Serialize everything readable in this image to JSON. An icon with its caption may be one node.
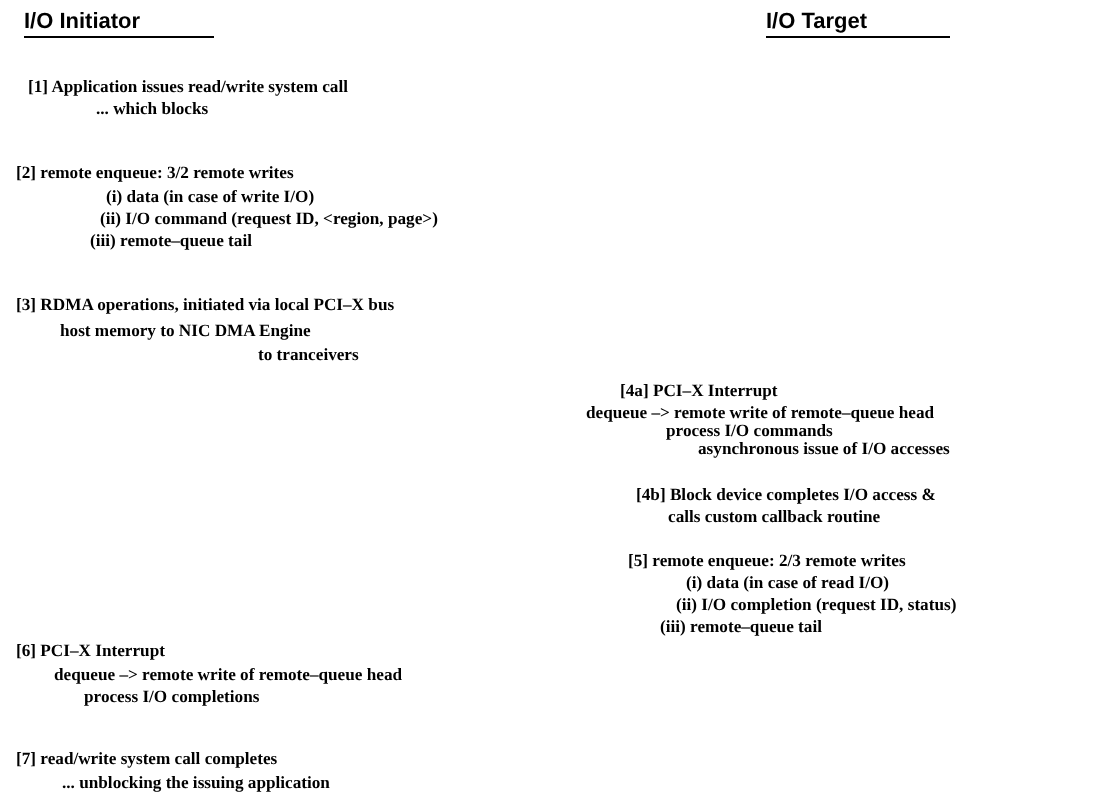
{
  "diagram": {
    "labels": [
      "I/O Initiator",
      "I/O Target",
      "[1] Application issues read/write system call",
      "... which blocks",
      "[2] remote enqueue: 3/2 remote writes",
      "(i) data (in case of write I/O)",
      "(ii) I/O command (request ID, <region, page>)",
      "(iii) remote–queue tail",
      "[3] RDMA operations, initiated via local PCI–X bus",
      "host memory to NIC DMA Engine",
      "to tranceivers",
      "[4a] PCI–X Interrupt",
      "dequeue –> remote write of remote–queue head",
      "process I/O commands",
      "asynchronous issue of I/O accesses",
      "[4b] Block device completes I/O access &",
      "calls custom callback routine",
      "[5] remote enqueue: 2/3 remote writes",
      "(i) data (in case of read I/O)",
      "(ii) I/O completion (request ID, status)",
      "(iii) remote–queue tail",
      "[6] PCI–X Interrupt",
      "dequeue –> remote write of remote–queue head",
      "process I/O completions",
      "[7] read/write system call completes",
      "... unblocking the issuing application"
    ]
  }
}
